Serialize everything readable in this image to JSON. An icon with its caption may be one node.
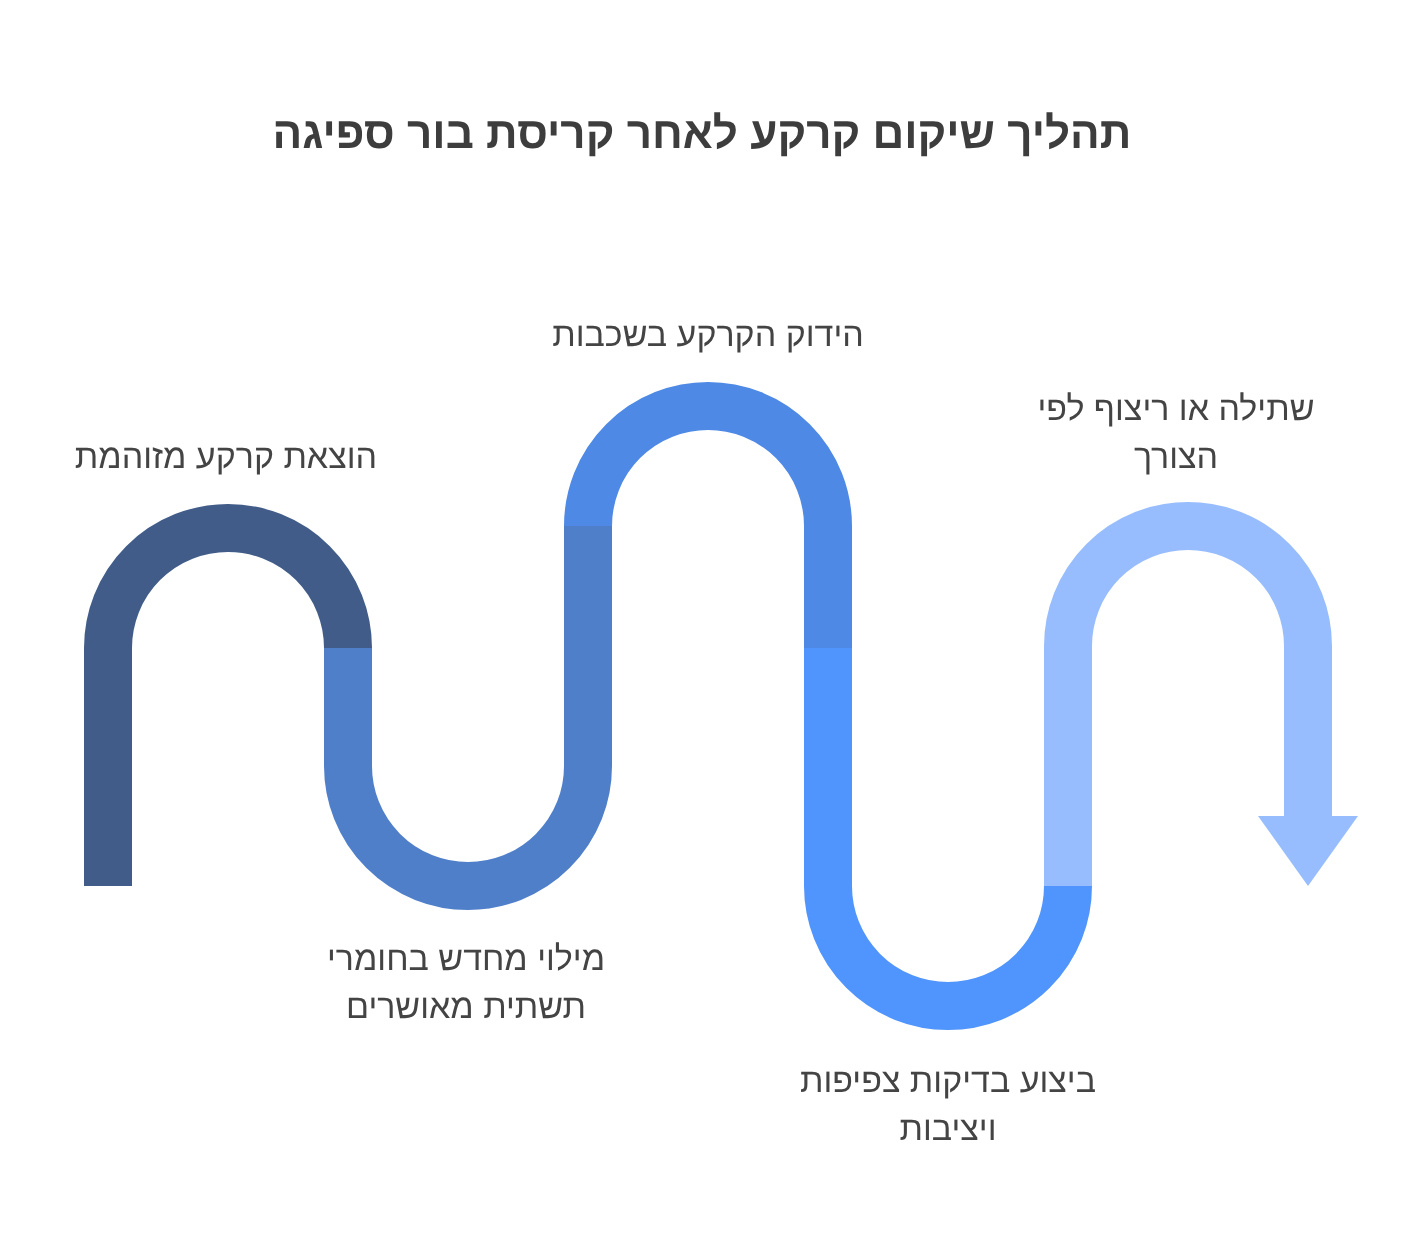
{
  "diagram": {
    "title": "תהליך שיקום קרקע לאחר קריסת בור ספיגה",
    "nodes": [
      {
        "text": [
          "הוצאת קרקע מזוהמת"
        ]
      },
      {
        "text": [
          "מילוי מחדש בחומרי תשתית מאושרים"
        ]
      },
      {
        "text": [
          "הידוק הקרקע בשכבות"
        ]
      },
      {
        "text": [
          "ביצוע בדיקות צפיפות ויציבות"
        ]
      },
      {
        "text": [
          "שתילה או ריצוף לפי הצורך"
        ]
      }
    ]
  }
}
